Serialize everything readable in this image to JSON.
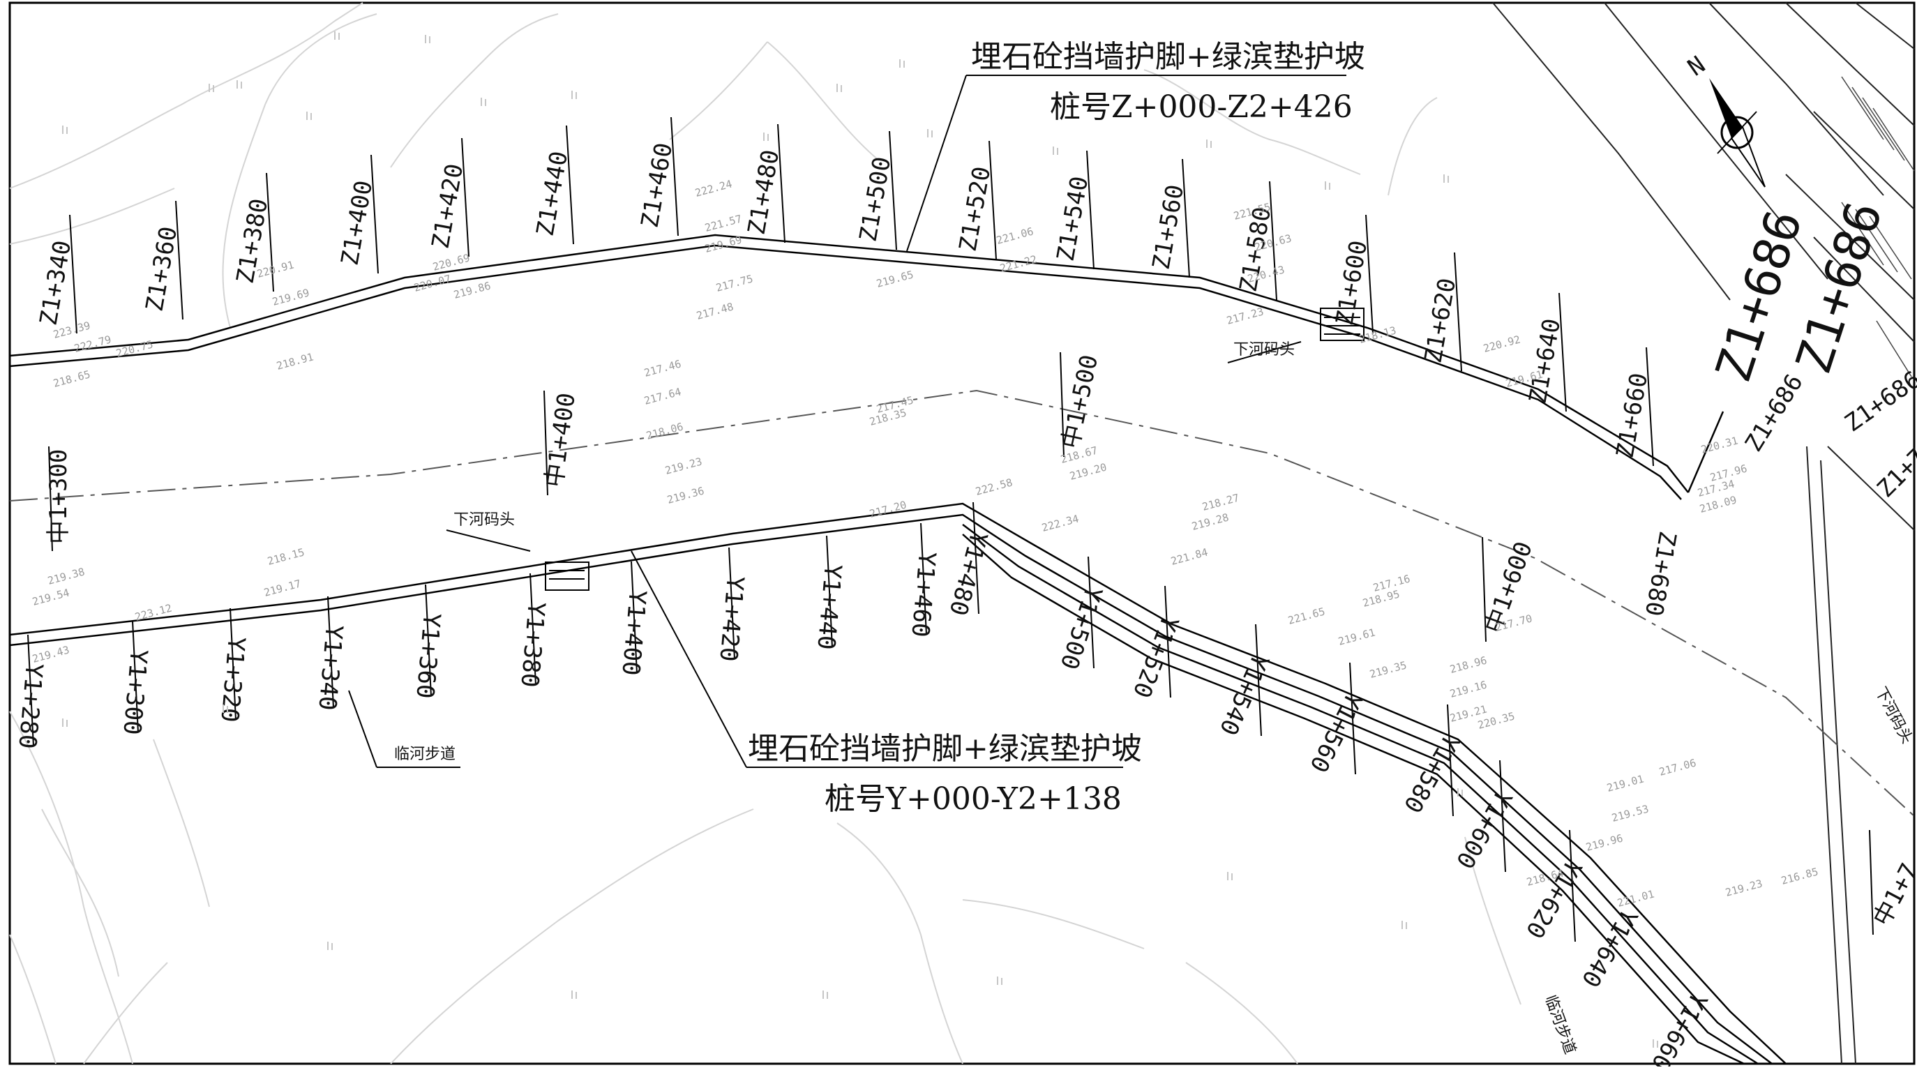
{
  "titles": {
    "north_title": "埋石砼挡墙护脚+绿滨垫护坡",
    "north_range": "桩号Z+000-Z2+426",
    "south_title": "埋石砼挡墙护脚+绿滨垫护坡",
    "south_range": "桩号Y+000-Y2+138"
  },
  "labels": {
    "dock_north": "下河码头",
    "dock_south": "下河码头",
    "dock_east": "下河码头",
    "walkway_1": "临河步道",
    "walkway_2": "临河步道",
    "compass_n": "N"
  },
  "stations": {
    "z": [
      "Z1+340",
      "Z1+360",
      "Z1+380",
      "Z1+400",
      "Z1+420",
      "Z1+440",
      "Z1+460",
      "Z1+480",
      "Z1+500",
      "Z1+520",
      "Z1+540",
      "Z1+560",
      "Z1+580",
      "Z1+600",
      "Z1+620",
      "Z1+640",
      "Z1+660",
      "Z1+680"
    ],
    "z_big": [
      "Z1+686",
      "Z1+686",
      "Z1+686",
      "Z1+686",
      "Z1+7"
    ],
    "y": [
      "Y1+280",
      "Y1+300",
      "Y1+320",
      "Y1+340",
      "Y1+360",
      "Y1+380",
      "Y1+400",
      "Y1+420",
      "Y1+440",
      "Y1+460",
      "Y1+480",
      "Y1+500",
      "Y1+520",
      "Y1+540",
      "Y1+560",
      "Y1+580",
      "Y1+600",
      "Y1+620",
      "Y1+640",
      "Y1+660"
    ],
    "center": [
      "中1+300",
      "中1+400",
      "中1+500",
      "中1+600",
      "中1+7"
    ]
  },
  "elevations": [
    "223.39",
    "222.79",
    "220.75",
    "218.65",
    "218.91",
    "220.91",
    "219.69",
    "220.07",
    "220.69",
    "219.86",
    "222.24",
    "221.57",
    "219.69",
    "217.75",
    "217.48",
    "221.06",
    "221.22",
    "219.65",
    "221.55",
    "220.63",
    "220.43",
    "217.23",
    "218.13",
    "220.92",
    "219.61",
    "217.46",
    "217.64",
    "218.06",
    "218.35",
    "219.23",
    "219.36",
    "217.45",
    "217.20",
    "218.67",
    "219.20",
    "222.58",
    "222.34",
    "218.27",
    "219.28",
    "221.84",
    "218.15",
    "219.17",
    "219.54",
    "219.38",
    "219.43",
    "223.12",
    "221.65",
    "219.61",
    "219.35",
    "218.96",
    "219.16",
    "219.21",
    "220.35",
    "217.16",
    "218.95",
    "217.70",
    "218.09",
    "217.96",
    "217.34",
    "220.31",
    "217.06",
    "219.01",
    "219.53",
    "221.01",
    "219.23",
    "216.85",
    "219.96",
    "218.64"
  ]
}
